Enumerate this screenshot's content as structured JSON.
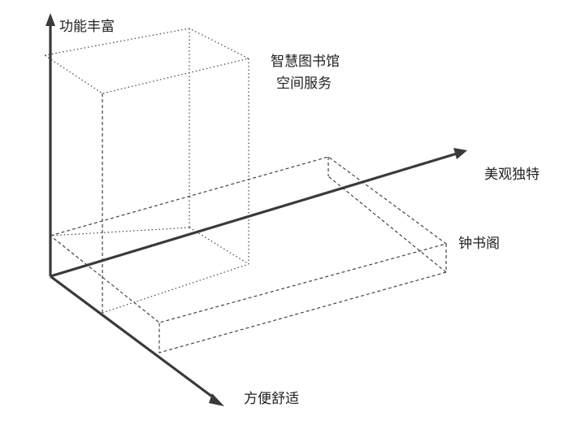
{
  "axes": {
    "y_label": "功能丰富",
    "x_label": "美观独特",
    "z_label": "方便舒适"
  },
  "objects": {
    "tall_box_label_line1": "智慧图书馆",
    "tall_box_label_line2": "空间服务",
    "flat_box_label": "钟书阁"
  }
}
